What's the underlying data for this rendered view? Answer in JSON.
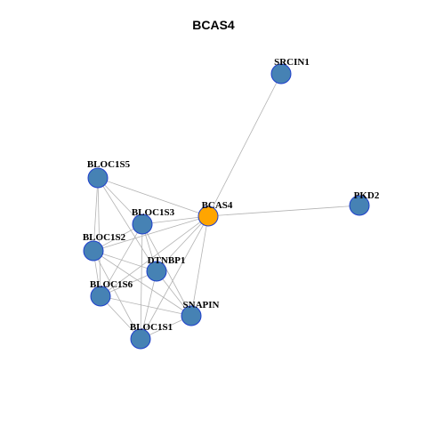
{
  "title": "BCAS4",
  "colors": {
    "node_default": "#4682B4",
    "node_border": "#1E3FCC",
    "node_focus": "#FFA500",
    "edge": "#B3B3B3"
  },
  "nodes": [
    {
      "id": "SRCIN1",
      "label": "SRCIN1",
      "focus": false
    },
    {
      "id": "BLOC1S5",
      "label": "BLOC1S5",
      "focus": false
    },
    {
      "id": "PKD2",
      "label": "PKD2",
      "focus": false
    },
    {
      "id": "BCAS4",
      "label": "BCAS4",
      "focus": true
    },
    {
      "id": "BLOC1S3",
      "label": "BLOC1S3",
      "focus": false
    },
    {
      "id": "BLOC1S2",
      "label": "BLOC1S2",
      "focus": false
    },
    {
      "id": "DTNBP1",
      "label": "DTNBP1",
      "focus": false
    },
    {
      "id": "BLOC1S6",
      "label": "BLOC1S6",
      "focus": false
    },
    {
      "id": "SNAPIN",
      "label": "SNAPIN",
      "focus": false
    },
    {
      "id": "BLOC1S1",
      "label": "BLOC1S1",
      "focus": false
    }
  ],
  "edges": [
    [
      "BCAS4",
      "SRCIN1"
    ],
    [
      "BCAS4",
      "PKD2"
    ],
    [
      "BCAS4",
      "BLOC1S5"
    ],
    [
      "BCAS4",
      "BLOC1S3"
    ],
    [
      "BCAS4",
      "BLOC1S2"
    ],
    [
      "BCAS4",
      "DTNBP1"
    ],
    [
      "BCAS4",
      "BLOC1S6"
    ],
    [
      "BCAS4",
      "SNAPIN"
    ],
    [
      "BCAS4",
      "BLOC1S1"
    ],
    [
      "BLOC1S5",
      "BLOC1S3"
    ],
    [
      "BLOC1S5",
      "BLOC1S2"
    ],
    [
      "BLOC1S5",
      "DTNBP1"
    ],
    [
      "BLOC1S5",
      "BLOC1S6"
    ],
    [
      "BLOC1S3",
      "BLOC1S2"
    ],
    [
      "BLOC1S3",
      "DTNBP1"
    ],
    [
      "BLOC1S3",
      "BLOC1S6"
    ],
    [
      "BLOC1S3",
      "SNAPIN"
    ],
    [
      "BLOC1S3",
      "BLOC1S1"
    ],
    [
      "BLOC1S2",
      "DTNBP1"
    ],
    [
      "BLOC1S2",
      "BLOC1S6"
    ],
    [
      "BLOC1S2",
      "SNAPIN"
    ],
    [
      "BLOC1S2",
      "BLOC1S1"
    ],
    [
      "DTNBP1",
      "BLOC1S6"
    ],
    [
      "DTNBP1",
      "SNAPIN"
    ],
    [
      "DTNBP1",
      "BLOC1S1"
    ],
    [
      "BLOC1S6",
      "SNAPIN"
    ],
    [
      "BLOC1S6",
      "BLOC1S1"
    ],
    [
      "SNAPIN",
      "BLOC1S1"
    ]
  ]
}
